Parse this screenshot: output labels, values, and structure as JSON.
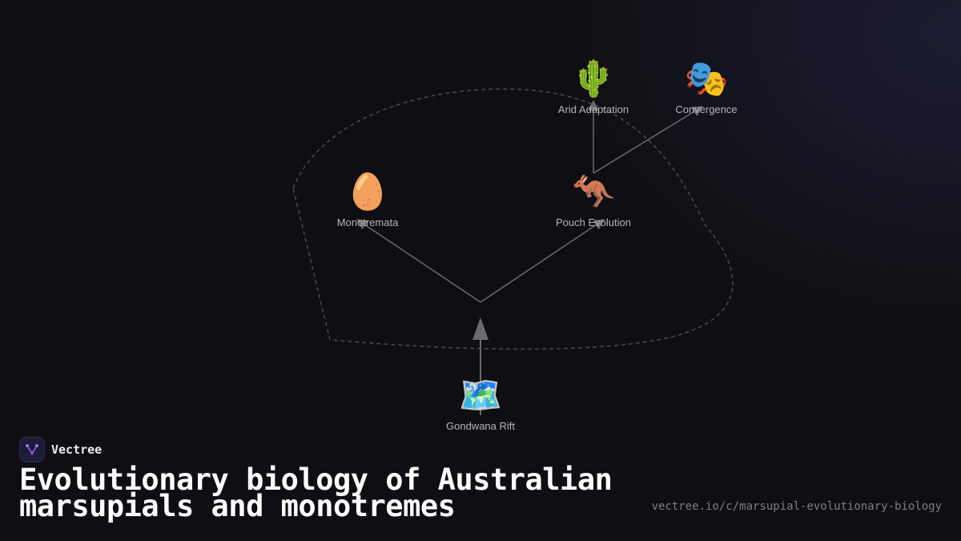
{
  "nodes": {
    "gondwana": {
      "emoji": "🗺️",
      "label": "Gondwana Rift",
      "icon": "map-icon"
    },
    "monotremata": {
      "emoji": "🥚",
      "label": "Monotremata",
      "icon": "egg-icon"
    },
    "pouch": {
      "emoji": "🦘",
      "label": "Pouch Evolution",
      "icon": "kangaroo-icon"
    },
    "arid": {
      "emoji": "🌵",
      "label": "Arid Adaptation",
      "icon": "cactus-icon"
    },
    "convergence": {
      "emoji": "🎭",
      "label": "Convergence",
      "icon": "theater-masks-icon"
    }
  },
  "edges": [
    {
      "from": "Gondwana Rift",
      "to": "Monotremata"
    },
    {
      "from": "Gondwana Rift",
      "to": "Pouch Evolution"
    },
    {
      "from": "Pouch Evolution",
      "to": "Arid Adaptation"
    },
    {
      "from": "Pouch Evolution",
      "to": "Convergence"
    }
  ],
  "brand": {
    "name": "Vectree",
    "accent": "#8a4fd8"
  },
  "title": "Evolutionary biology of Australian marsupials and monotremes",
  "url": "vectree.io/c/marsupial-evolutionary-biology"
}
